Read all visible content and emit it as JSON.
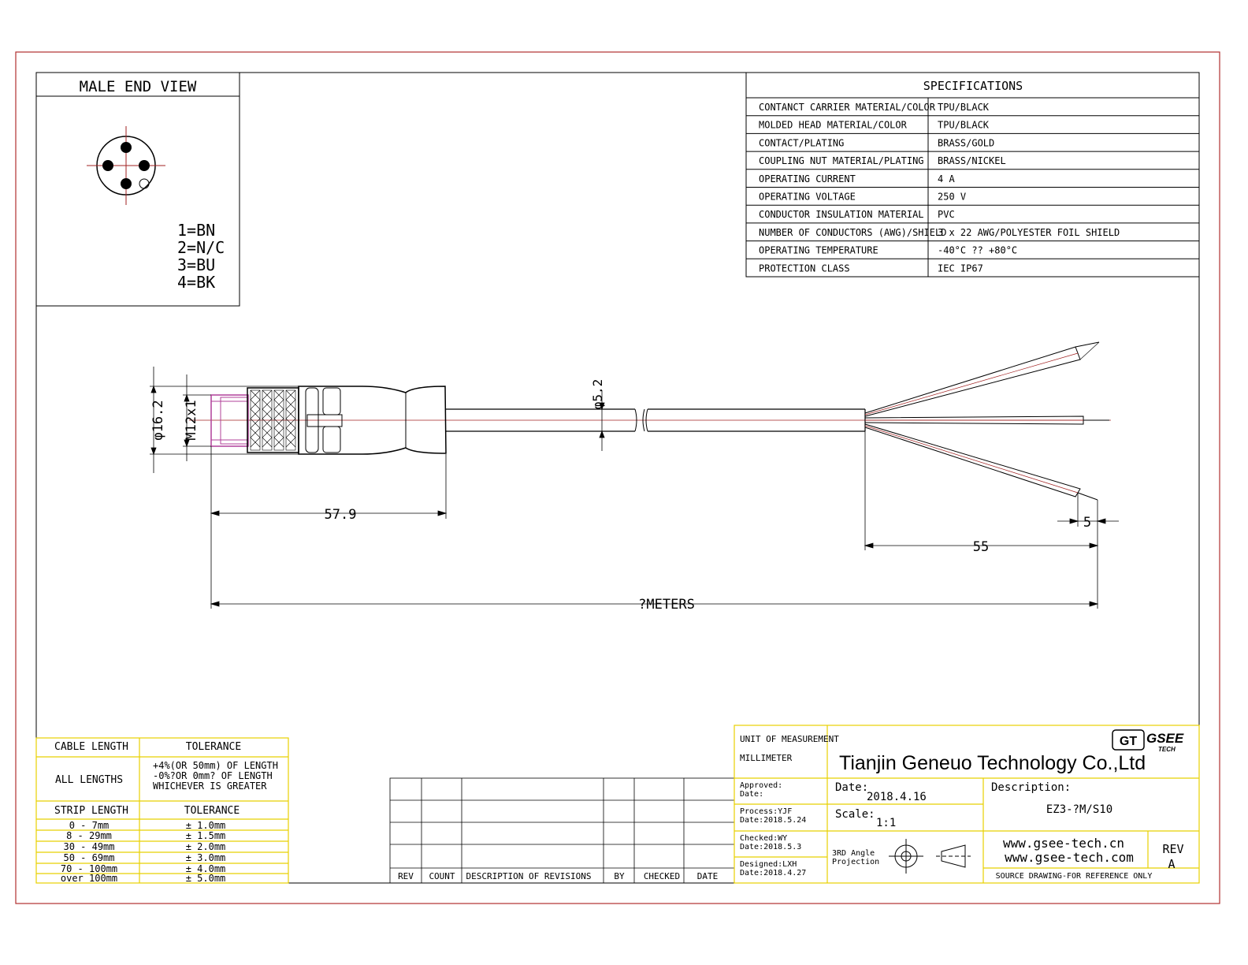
{
  "end_view": {
    "title": "MALE END VIEW",
    "pins": [
      "1=BN",
      "2=N/C",
      "3=BU",
      "4=BK"
    ]
  },
  "specifications": {
    "title": "SPECIFICATIONS",
    "rows": [
      {
        "label": "CONTANCT CARRIER MATERIAL/COLOR",
        "value": "TPU/BLACK"
      },
      {
        "label": "MOLDED HEAD MATERIAL/COLOR",
        "value": "TPU/BLACK"
      },
      {
        "label": "CONTACT/PLATING",
        "value": "BRASS/GOLD"
      },
      {
        "label": "COUPLING NUT MATERIAL/PLATING",
        "value": "BRASS/NICKEL"
      },
      {
        "label": "OPERATING CURRENT",
        "value": "4 A"
      },
      {
        "label": "OPERATING VOLTAGE",
        "value": "250 V"
      },
      {
        "label": "CONDUCTOR INSULATION MATERIAL",
        "value": "PVC"
      },
      {
        "label": "NUMBER OF CONDUCTORS (AWG)/SHIELD",
        "value": "3 x 22 AWG/POLYESTER FOIL SHIELD"
      },
      {
        "label": "OPERATING TEMPERATURE",
        "value": "-40°C ?? +80°C"
      },
      {
        "label": "PROTECTION CLASS",
        "value": "IEC  IP67"
      }
    ]
  },
  "dimensions": {
    "head_diameter": "φ16.2",
    "thread": "M12x1",
    "cable_diameter": "φ5.2",
    "head_length": "57.9",
    "strip_length": "5",
    "breakout_length": "55",
    "total_length": "?METERS"
  },
  "cable_tolerance": {
    "header": [
      "CABLE LENGTH",
      "TOLERANCE"
    ],
    "all_lengths_label": "ALL LENGTHS",
    "all_lengths_lines": [
      "+4%(OR 50mm) OF LENGTH",
      "-0%?OR 0mm? OF LENGTH",
      "WHICHEVER  IS  GREATER"
    ],
    "strip_header": [
      "STRIP LENGTH",
      "TOLERANCE"
    ],
    "strip_rows": [
      [
        "0 - 7mm",
        "± 1.0mm"
      ],
      [
        "8 - 29mm",
        "± 1.5mm"
      ],
      [
        "30 - 49mm",
        "± 2.0mm"
      ],
      [
        "50 - 69mm",
        "± 3.0mm"
      ],
      [
        "70 - 100mm",
        "± 4.0mm"
      ],
      [
        "over 100mm",
        "± 5.0mm"
      ]
    ]
  },
  "revisions": {
    "headers": [
      "REV",
      "COUNT",
      "DESCRIPTION  OF  REVISIONS",
      "BY",
      "CHECKED",
      "DATE"
    ]
  },
  "title_block": {
    "unit_label": "UNIT OF MEASUREMENT",
    "unit_value": "MILLIMETER",
    "company": "Tianjin Geneuo Technology Co.,Ltd",
    "logo_gt": "GT",
    "logo_name": "GSEE",
    "logo_tech": "TECH",
    "approved_label": "Approved:",
    "approved_date_label": "Date:",
    "process": "Process:YJF",
    "process_date": "Date:2018.5.24",
    "checked": "Checked:WY",
    "checked_date": "Date:2018.5.3",
    "designed": "Designed:LXH",
    "designed_date": "Date:2018.4.27",
    "date_label": "Date:",
    "date_value": "2018.4.16",
    "scale_label": "Scale:",
    "scale_value": "1:1",
    "projection_line1": "3RD Angle",
    "projection_line2": "Projection",
    "description_label": "Description:",
    "description_value": "EZ3-?M/S10",
    "website1": "www.gsee-tech.cn",
    "website2": "www.gsee-tech.com",
    "rev_label": "REV",
    "rev_value": "A",
    "source_note": "SOURCE DRAWING-FOR REFERENCE ONLY"
  },
  "colors": {
    "frame": "#b03030",
    "table_yellow": "#e8d000",
    "center_line": "#a02020",
    "connector_magenta": "#b0409a"
  }
}
